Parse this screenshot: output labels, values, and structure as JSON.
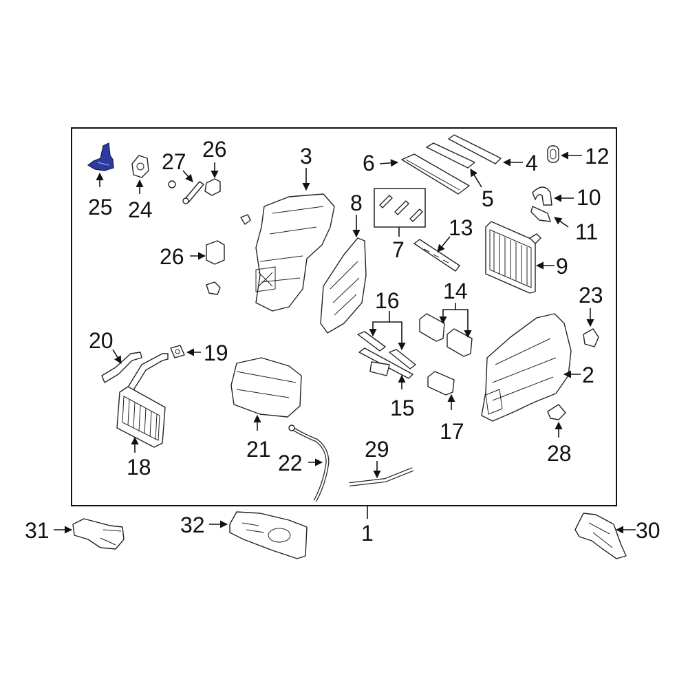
{
  "diagram": {
    "highlight_color": "#2d3b9e",
    "callouts": {
      "c1": "1",
      "c2": "2",
      "c3": "3",
      "c4": "4",
      "c5": "5",
      "c6": "6",
      "c7": "7",
      "c8": "8",
      "c9": "9",
      "c10": "10",
      "c11": "11",
      "c12": "12",
      "c13": "13",
      "c14": "14",
      "c15": "15",
      "c16": "16",
      "c17": "17",
      "c18": "18",
      "c19": "19",
      "c20": "20",
      "c21": "21",
      "c22": "22",
      "c23": "23",
      "c24": "24",
      "c25": "25",
      "c26a": "26",
      "c26b": "26",
      "c27": "27",
      "c28": "28",
      "c29": "29",
      "c30": "30",
      "c31": "31",
      "c32": "32"
    }
  }
}
